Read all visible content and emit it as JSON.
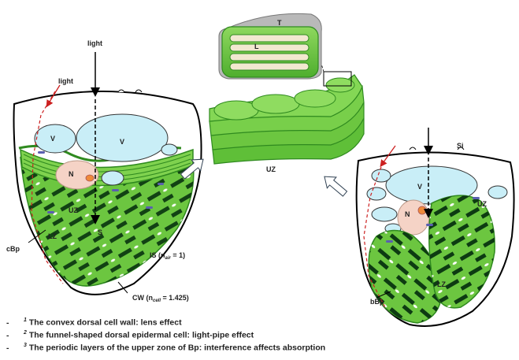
{
  "colors": {
    "cell_wall": "#000000",
    "chloroplast_fill": "#6cc640",
    "chloroplast_edge": "#2f8a1f",
    "thylakoid_dark": "#0d3b12",
    "vacuole": "#c9eef7",
    "nucleus": "#f5d3c6",
    "nucleolus": "#ef8a3a",
    "mito": "#5a5fb0",
    "ray_red": "#cc2020",
    "block_arrow": "#ffffff"
  },
  "labels": {
    "light_top": "light",
    "light_side": "light",
    "v1": "V",
    "v2": "V",
    "n_left": "N",
    "uz_left": "UZ",
    "lz_left": "LZ",
    "s": "S",
    "cbp": "cBp",
    "is_main": "IS (n",
    "is_sub": "air",
    "is_end": " = 1)",
    "cw_main": "CW (n",
    "cw_sub": "cell",
    "cw_end": " = 1.425)",
    "t": "T",
    "l": "L",
    "uz_center": "UZ",
    "si": "Si",
    "v_right": "V",
    "n_right": "N",
    "uz_right": "UZ",
    "lz_right": "LZ",
    "bbp": "bBp"
  },
  "notes": [
    {
      "dash": "-",
      "num": "1",
      "text": "The convex dorsal cell wall: lens effect"
    },
    {
      "dash": "-",
      "num": "2",
      "text": "The funnel-shaped dorsal epidermal cell: light-pipe effect"
    },
    {
      "dash": "-",
      "num": "3",
      "text": "The periodic layers of the upper zone of Bp: interference affects absorption"
    }
  ]
}
